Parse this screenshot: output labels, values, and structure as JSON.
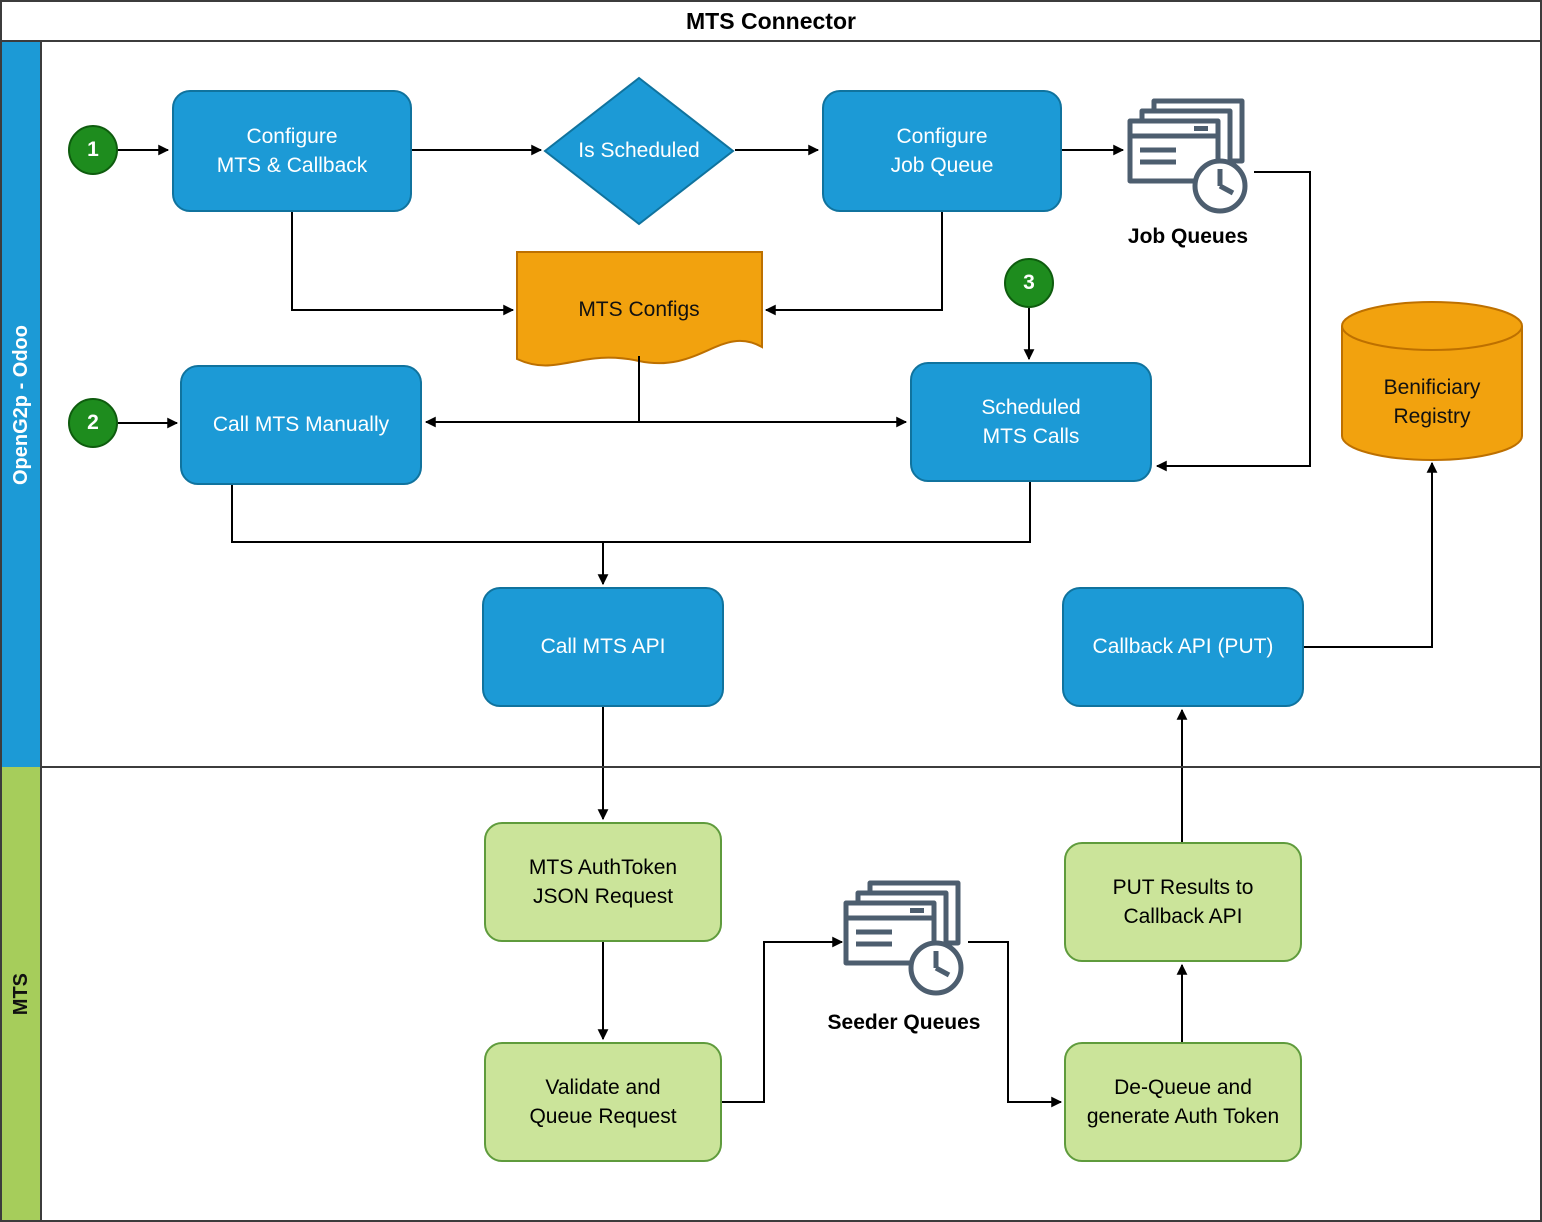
{
  "title": "MTS Connector",
  "lanes": {
    "odoo": {
      "label": "OpenG2p - Odoo"
    },
    "mts": {
      "label": "MTS"
    }
  },
  "markers": {
    "one": "1",
    "two": "2",
    "three": "3"
  },
  "nodes": {
    "configure_mts_callback": {
      "label": "Configure\nMTS & Callback"
    },
    "is_scheduled": {
      "label": "Is Scheduled"
    },
    "configure_job_queue": {
      "label": "Configure\nJob Queue"
    },
    "job_queues": {
      "label": "Job Queues",
      "icon": "job-queues-icon"
    },
    "mts_configs": {
      "label": "MTS Configs"
    },
    "scheduled_mts_calls": {
      "label": "Scheduled\nMTS Calls"
    },
    "call_mts_manually": {
      "label": "Call MTS Manually"
    },
    "call_mts_api": {
      "label": "Call MTS API"
    },
    "callback_api_put": {
      "label": "Callback API (PUT)"
    },
    "beneficiary_registry": {
      "label": "Benificiary\nRegistry"
    },
    "mts_authtoken_json_request": {
      "label": "MTS AuthToken\nJSON Request"
    },
    "validate_and_queue_request": {
      "label": "Validate and\nQueue Request"
    },
    "seeder_queues": {
      "label": "Seeder Queues",
      "icon": "seeder-queues-icon"
    },
    "dequeue_generate_auth_token": {
      "label": "De-Queue and\ngenerate Auth Token"
    },
    "put_results_to_callback_api": {
      "label": "PUT Results to\nCallback API"
    }
  },
  "colors": {
    "process_blue": "#1c9ad6",
    "process_blue_border": "#10739e",
    "orange": "#f2a20e",
    "orange_border": "#bd7000",
    "step_circle_green": "#1e8c1e",
    "step_circle_green_border": "#0e5c0e",
    "mts_box_green": "#cbe49a",
    "mts_box_green_border": "#5f9b3c",
    "lane_green": "#a6cd5b",
    "queue_icon_gray": "#4d5e6f",
    "connector_black": "#000000"
  }
}
